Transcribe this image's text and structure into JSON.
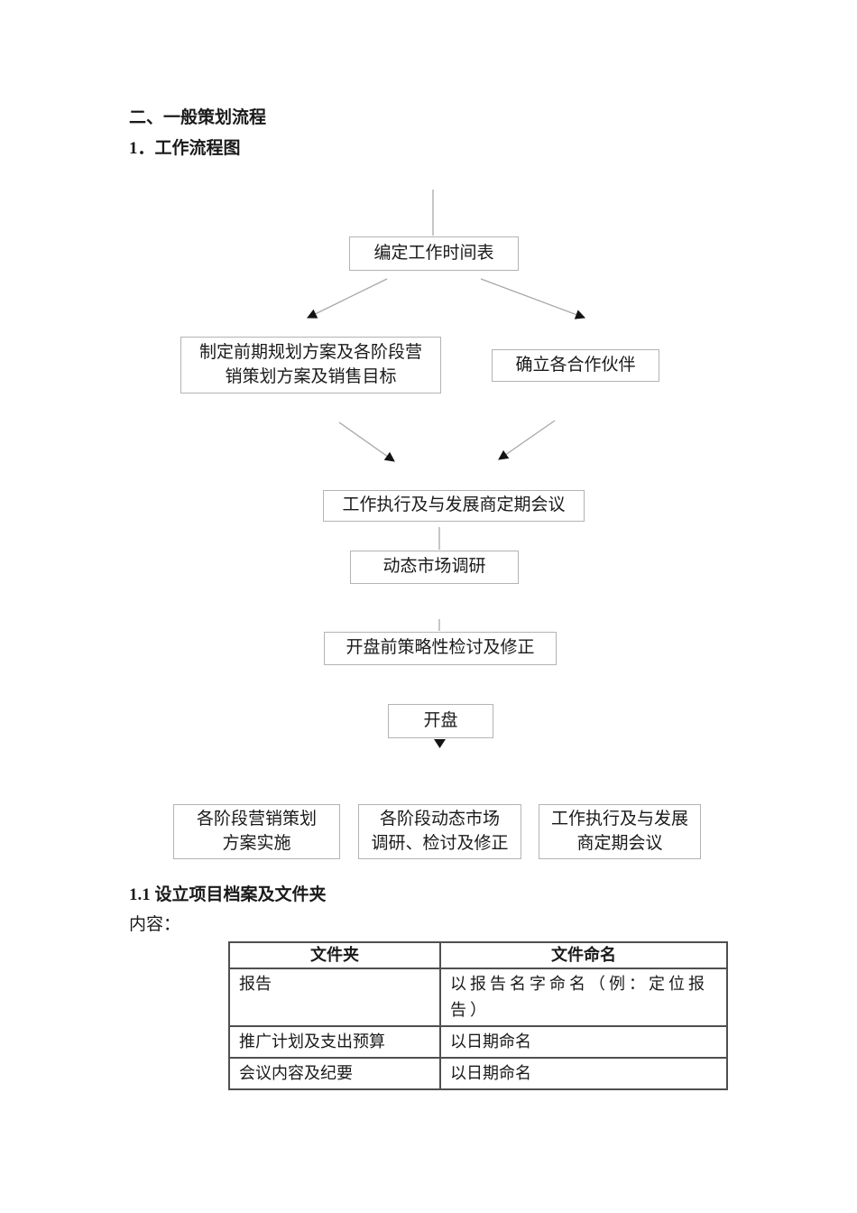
{
  "document": {
    "section_title": "二、一般策划流程",
    "subsection_title": "1．工作流程图",
    "subsection2_title": "1.1 设立项目档案及文件夹",
    "content_label": "内容："
  },
  "flowchart": {
    "nodes": {
      "schedule": "编定工作时间表",
      "planning": "制定前期规划方案及各阶段营\n销策划方案及销售目标",
      "partners": "确立各合作伙伴",
      "execution_meeting": "工作执行及与发展商定期会议",
      "market_research": "动态市场调研",
      "pre_opening_review": "开盘前策略性检讨及修正",
      "opening": "开盘",
      "stage_implementation": "各阶段营销策划\n方案实施",
      "stage_research": "各阶段动态市场\n调研、检讨及修正",
      "stage_meeting": "工作执行及与发展\n商定期会议"
    },
    "line_color": "#a8a8a8",
    "arrow_color": "#141414",
    "box_border_color": "#b3b3b3"
  },
  "table": {
    "headers": [
      "文件夹",
      "文件命名"
    ],
    "rows": [
      [
        "报告",
        "以报告名字命名（例：定位报\n告）"
      ],
      [
        "推广计划及支出预算",
        "以日期命名"
      ],
      [
        "会议内容及纪要",
        "以日期命名"
      ]
    ]
  }
}
